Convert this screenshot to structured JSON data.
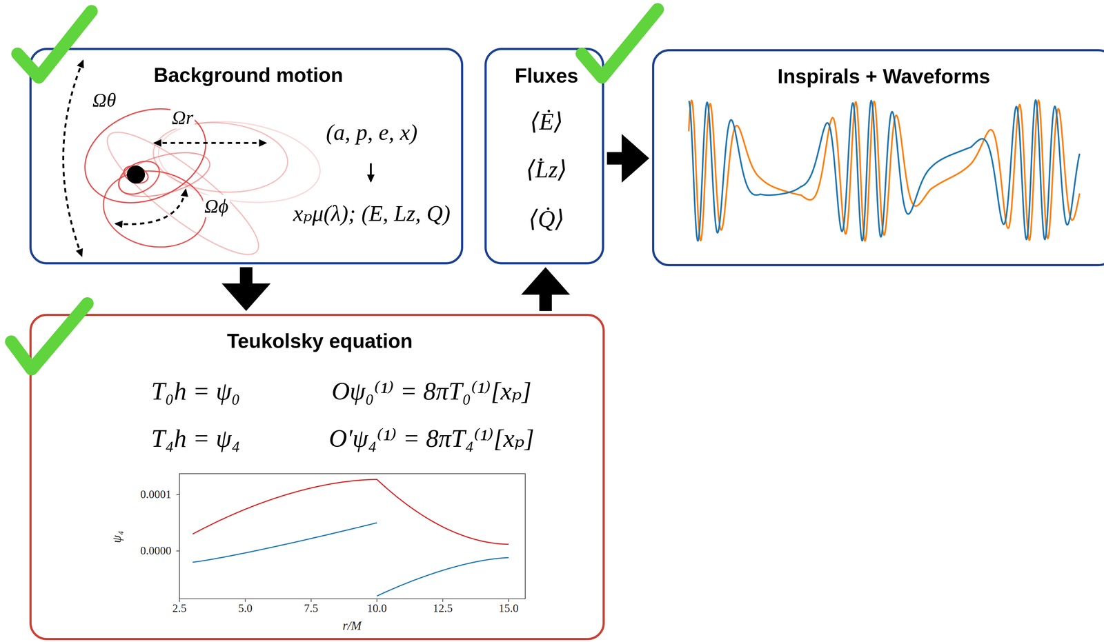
{
  "diagram": {
    "nodes": [
      {
        "text": [
          "Background motion",
          "Ωθ",
          "Ωr",
          "Ωϕ",
          "(a, p, e, x)",
          "xₚμ(λ); (E, Lz, Q)"
        ]
      },
      {
        "text": [
          "Fluxes",
          "⟨Ė⟩",
          "⟨L̇z⟩",
          "⟨Q̇⟩"
        ]
      },
      {
        "text": [
          "Inspirals + Waveforms"
        ]
      },
      {
        "text": [
          "Teukolsky equation",
          "T₀h = ψ₀",
          "Oψ₀⁽¹⁾ = 8πT₀⁽¹⁾[xₚ]",
          "T₄h = ψ₄",
          "O′ψ₄⁽¹⁾ = 8πT₄⁽¹⁾[xₚ]"
        ]
      }
    ],
    "edges": [
      {
        "from": 0,
        "to": 3,
        "arrow": "to"
      },
      {
        "from": 3,
        "to": 1,
        "arrow": "to"
      },
      {
        "from": 1,
        "to": 2,
        "arrow": "to"
      }
    ],
    "labels": [
      "0.0001",
      "0.0000",
      "2.5",
      "5.0",
      "7.5",
      "10.0",
      "12.5",
      "15.0",
      "r/M",
      "ψ₄"
    ]
  }
}
